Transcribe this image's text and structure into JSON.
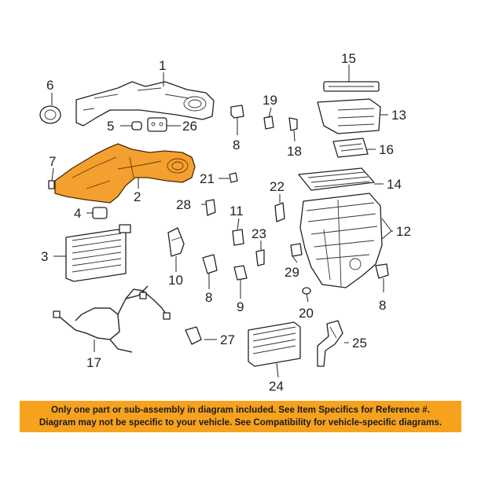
{
  "callouts": {
    "c1": "1",
    "c2": "2",
    "c3": "3",
    "c4": "4",
    "c5": "5",
    "c6": "6",
    "c7": "7",
    "c8a": "8",
    "c8b": "8",
    "c8c": "8",
    "c9": "9",
    "c10": "10",
    "c11": "11",
    "c12": "12",
    "c13": "13",
    "c14": "14",
    "c15": "15",
    "c16": "16",
    "c17": "17",
    "c18": "18",
    "c19": "19",
    "c20": "20",
    "c21": "21",
    "c22": "22",
    "c23": "23",
    "c24": "24",
    "c25": "25",
    "c26": "26",
    "c27": "27",
    "c28": "28",
    "c29": "29"
  },
  "disclaimer": {
    "line1": "Only one part or sub-assembly in diagram included. See Item Specifics for Reference #.",
    "line2": "Diagram may not be specific to your vehicle. See Compatibility for vehicle-specific diagrams."
  },
  "colors": {
    "highlight": "#f4a030",
    "banner": "#f6a21e"
  }
}
